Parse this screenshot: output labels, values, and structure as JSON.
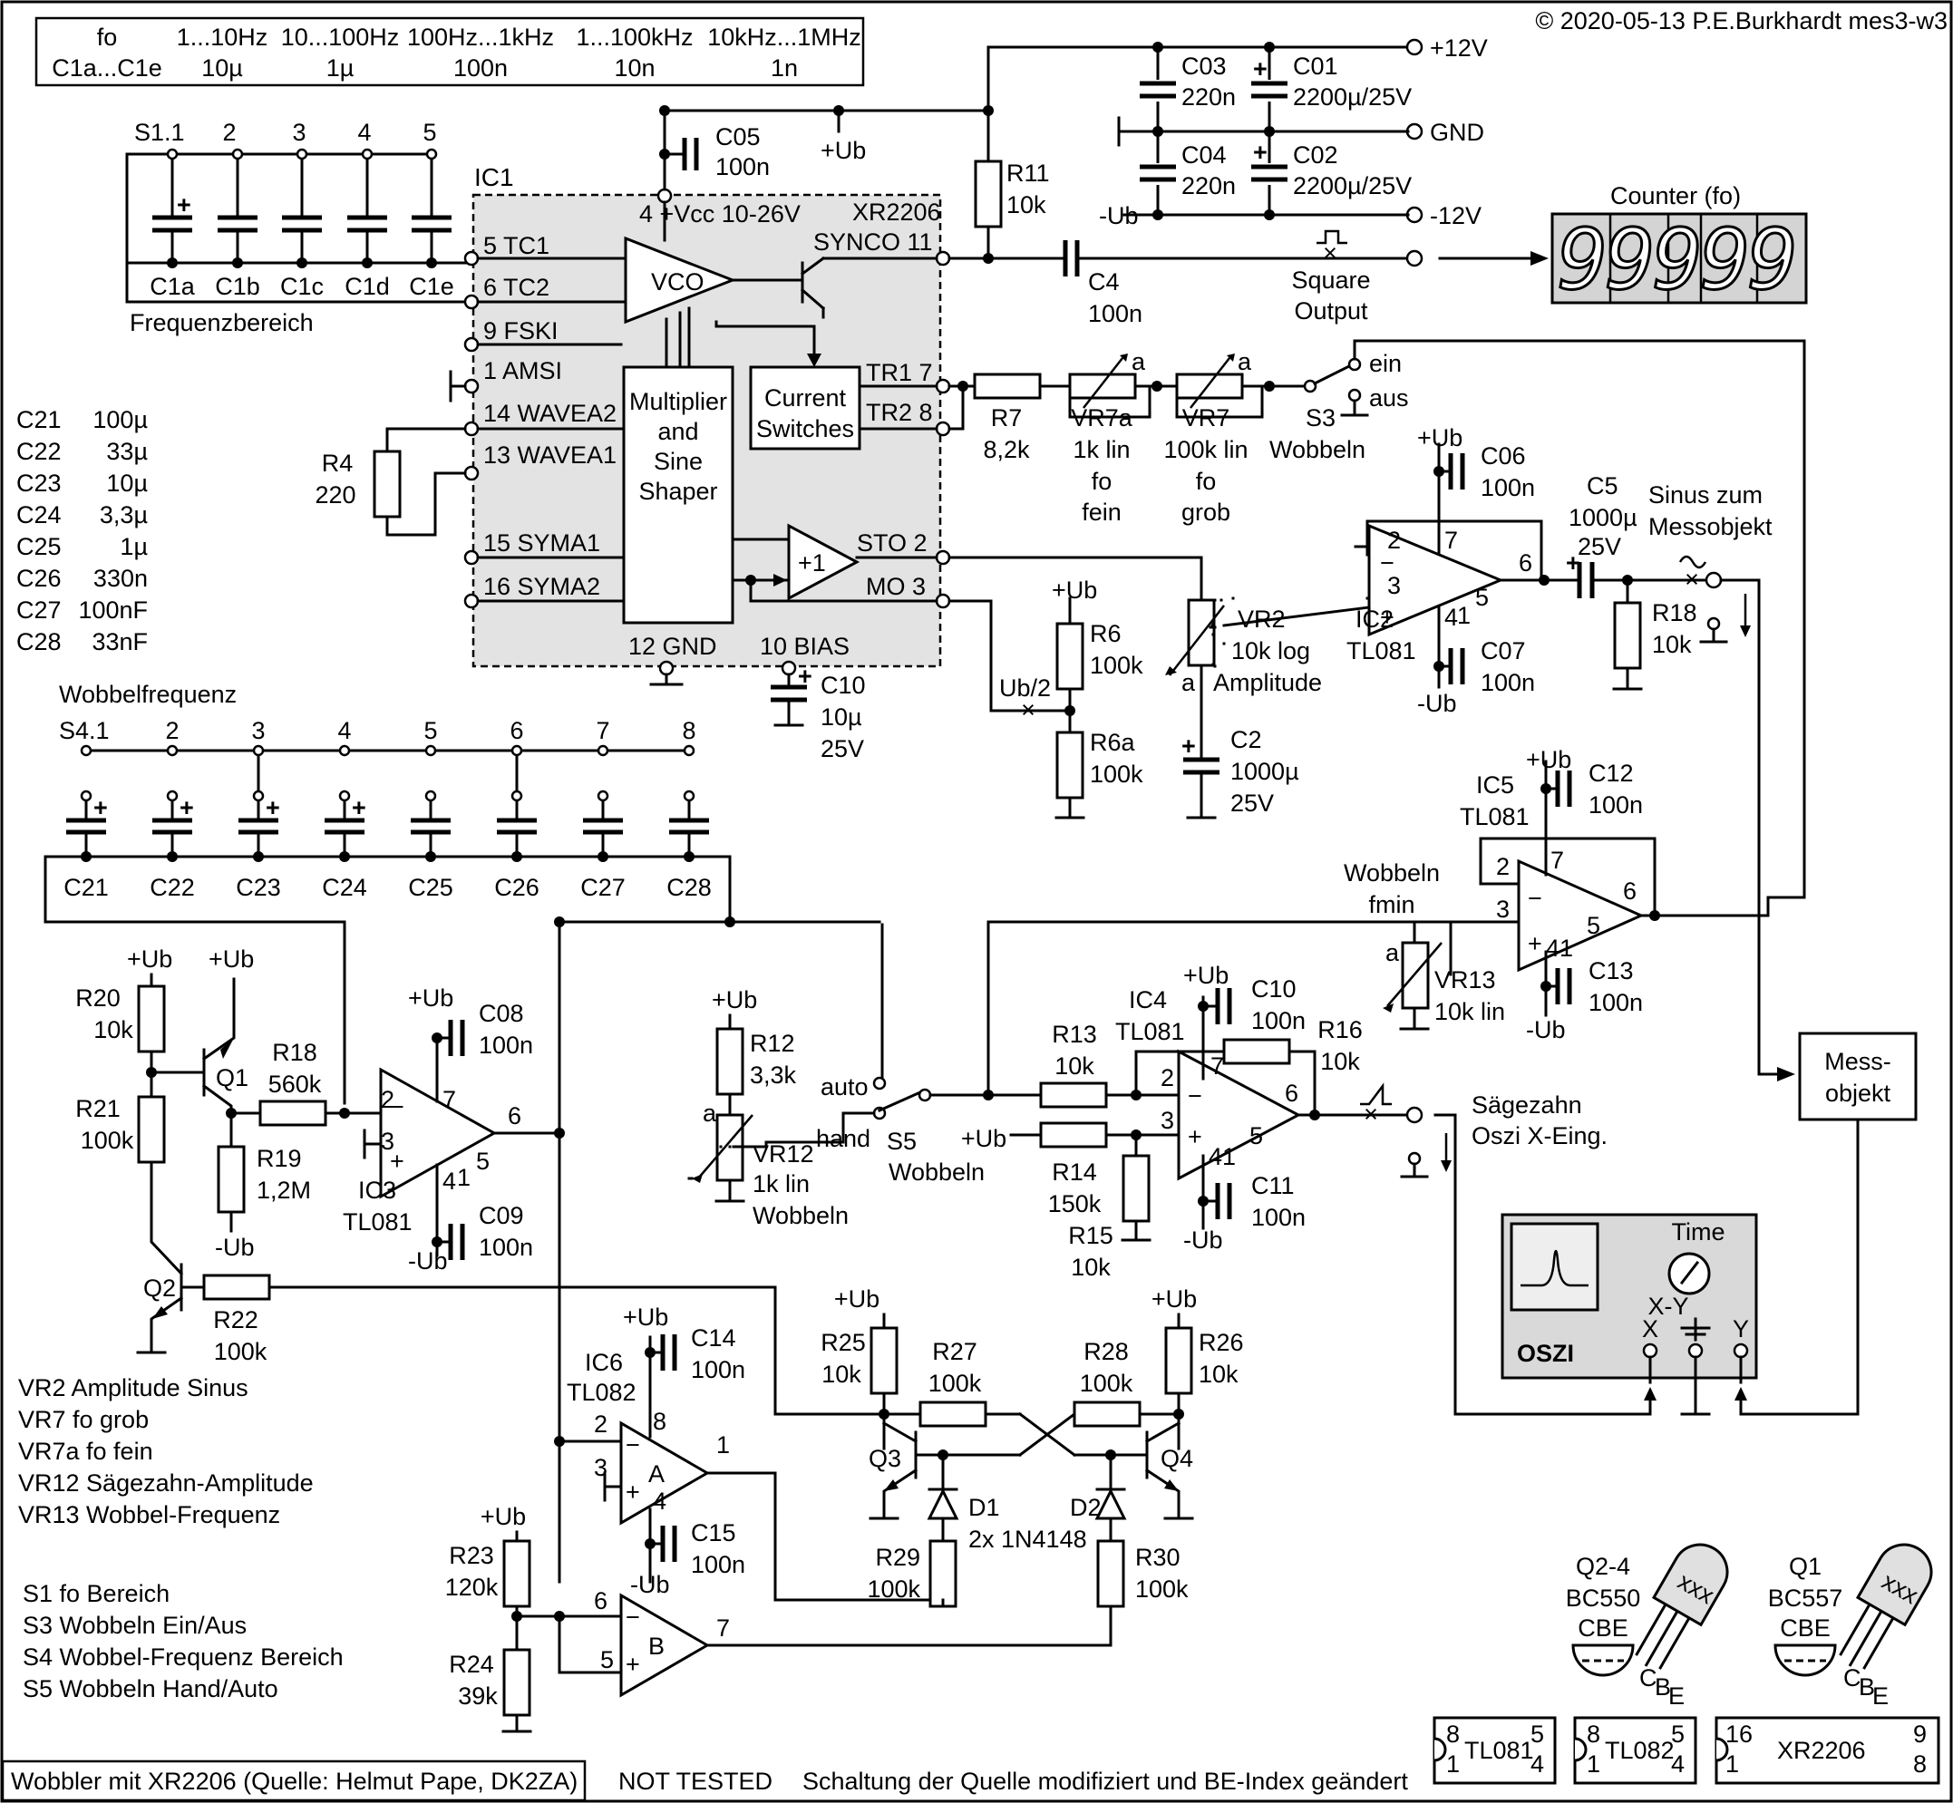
{
  "copyright": "© 2020-05-13 P.E.Burkhardt mes3-w3",
  "footer": {
    "title": "Wobbler mit XR2206 (Quelle: Helmut Pape, DK2ZA)",
    "status": "NOT TESTED",
    "note": "Schaltung der Quelle modifiziert und BE-Index geändert"
  },
  "freq_table": {
    "row1_label": "fo",
    "row2_label": "C1a...C1e",
    "ranges": [
      "1...10Hz",
      "10...100Hz",
      "100Hz...1kHz",
      "1...100kHz",
      "10kHz...1MHz"
    ],
    "caps": [
      "10µ",
      "1µ",
      "100n",
      "10n",
      "1n"
    ]
  },
  "cap_list": [
    {
      "name": "C21",
      "value": "100µ"
    },
    {
      "name": "C22",
      "value": "33µ"
    },
    {
      "name": "C23",
      "value": "10µ"
    },
    {
      "name": "C24",
      "value": "3,3µ"
    },
    {
      "name": "C25",
      "value": "1µ"
    },
    {
      "name": "C26",
      "value": "330n"
    },
    {
      "name": "C27",
      "value": "100nF"
    },
    {
      "name": "C28",
      "value": "33nF"
    }
  ],
  "legend_vr": [
    "VR2  Amplitude Sinus",
    "VR7  fo grob",
    "VR7a  fo fein",
    "VR12  Sägezahn-Amplitude",
    "VR13  Wobbel-Frequenz"
  ],
  "legend_s": [
    "S1  fo Bereich",
    "S3  Wobbeln Ein/Aus",
    "S4  Wobbel-Frequenz Bereich",
    "S5  Wobbeln Hand/Auto"
  ],
  "ic1": {
    "name": "IC1",
    "type": "XR2206",
    "vcc": "4 +Vcc 10-26V",
    "pins_left": [
      "5 TC1",
      "6 TC2",
      "9 FSKI",
      "1 AMSI",
      "14 WAVEA2",
      "13 WAVEA1",
      "15 SYMA1",
      "16 SYMA2"
    ],
    "pins_right": [
      "SYNCO 11",
      "TR1 7",
      "TR2 8",
      "STO 2",
      "MO 3"
    ],
    "pins_bottom": [
      "12  GND",
      "10  BIAS"
    ],
    "blocks": [
      "VCO",
      "Multiplier",
      "and",
      "Sine",
      "Shaper",
      "Current",
      "Switches",
      "+1"
    ]
  },
  "power": {
    "labels": [
      "+12V",
      "GND",
      "-12V",
      "+Ub",
      "-Ub",
      "+Ub"
    ],
    "caps": [
      {
        "name": "C03",
        "value": "220n"
      },
      {
        "name": "C01",
        "value": "2200µ/25V"
      },
      {
        "name": "C04",
        "value": "220n"
      },
      {
        "name": "C02",
        "value": "2200µ/25V"
      }
    ]
  },
  "counter": {
    "label": "Counter (fo)",
    "display": "99999"
  },
  "s1": {
    "labels": [
      "S1.1",
      "2",
      "3",
      "4",
      "5"
    ],
    "caps": [
      "C1a",
      "C1b",
      "C1c",
      "C1d",
      "C1e"
    ],
    "title": "Frequenzbereich"
  },
  "s4": {
    "title": "Wobbelfrequenz",
    "labels": [
      "S4.1",
      "2",
      "3",
      "4",
      "5",
      "6",
      "7",
      "8"
    ],
    "caps": [
      "C21",
      "C22",
      "C23",
      "C24",
      "C25",
      "C26",
      "C27",
      "C28"
    ]
  },
  "labels": {
    "c05": [
      "C05",
      "100n"
    ],
    "ub_plus": "+Ub",
    "r11": [
      "R11",
      "10k"
    ],
    "c4": [
      "C4",
      "100n"
    ],
    "square": [
      "Square",
      "Output"
    ],
    "r7": [
      "R7",
      "8,2k"
    ],
    "vr7a": [
      "VR7a",
      "1k lin",
      "fo",
      "fein"
    ],
    "vr7": [
      "VR7",
      "100k lin",
      "fo",
      "grob"
    ],
    "a": "a",
    "s3": [
      "ein",
      "aus",
      "S3",
      "Wobbeln"
    ],
    "r4": [
      "R4",
      "220"
    ],
    "c06": [
      "C06",
      "100n"
    ],
    "c07": [
      "C07",
      "100n"
    ],
    "ic2": [
      "IC2",
      "TL081"
    ],
    "c5": [
      "C5",
      "1000µ",
      "25V"
    ],
    "sinus": [
      "Sinus zum",
      "Messobjekt"
    ],
    "r18b": [
      "R18",
      "10k"
    ],
    "r6": [
      "R6",
      "100k"
    ],
    "r6a": [
      "R6a",
      "100k"
    ],
    "ub2": "Ub/2",
    "vr2": [
      "VR2",
      "10k log",
      "Amplitude"
    ],
    "c2": [
      "C2",
      "1000µ",
      "25V"
    ],
    "c10a": [
      "C10",
      "10µ",
      "25V"
    ],
    "ic5": [
      "IC5",
      "TL081"
    ],
    "c12": [
      "C12",
      "100n"
    ],
    "c13": [
      "C13",
      "100n"
    ],
    "wobbeln_fmin": [
      "Wobbeln",
      "fmin"
    ],
    "vr13": [
      "VR13",
      "10k lin"
    ],
    "r20": [
      "R20",
      "10k"
    ],
    "r21": [
      "R21",
      "100k"
    ],
    "q1": "Q1",
    "r18": [
      "R18",
      "560k"
    ],
    "r19": [
      "R19",
      "1,2M"
    ],
    "ic3": [
      "IC3",
      "TL081"
    ],
    "c08": [
      "C08",
      "100n"
    ],
    "c09": [
      "C09",
      "100n"
    ],
    "q2": "Q2",
    "r22": [
      "R22",
      "100k"
    ],
    "r12": [
      "R12",
      "3,3k"
    ],
    "vr12": [
      "VR12",
      "1k lin",
      "Wobbeln"
    ],
    "s5": [
      "auto",
      "hand",
      "S5",
      "Wobbeln"
    ],
    "r13": [
      "R13",
      "10k"
    ],
    "r14": [
      "R14",
      "150k"
    ],
    "r15": [
      "R15",
      "10k"
    ],
    "r16": [
      "R16",
      "10k"
    ],
    "ic4": [
      "IC4",
      "TL081"
    ],
    "c10b": [
      "C10",
      "100n"
    ],
    "c11": [
      "C11",
      "100n"
    ],
    "saege": [
      "Sägezahn",
      "Oszi X-Eing."
    ],
    "messobjekt": [
      "Mess-",
      "objekt"
    ],
    "oszi": [
      "OSZI",
      "Time",
      "X-Y",
      "X",
      "Y"
    ],
    "ic6": [
      "IC6",
      "TL082"
    ],
    "c14": [
      "C14",
      "100n"
    ],
    "c15": [
      "C15",
      "100n"
    ],
    "r23": [
      "R23",
      "120k"
    ],
    "r24": [
      "R24",
      "39k"
    ],
    "r25": [
      "R25",
      "10k"
    ],
    "r26": [
      "R26",
      "10k"
    ],
    "r27": [
      "R27",
      "100k"
    ],
    "r28": [
      "R28",
      "100k"
    ],
    "q3": "Q3",
    "q4": "Q4",
    "d1": [
      "D1",
      "2x 1N4148"
    ],
    "d2": "D2",
    "r29": [
      "R29",
      "100k"
    ],
    "r30": [
      "R30",
      "100k"
    ],
    "minus_ub": "-Ub"
  },
  "packages": {
    "q24": [
      "Q2-4",
      "BC550",
      "CBE"
    ],
    "q1": [
      "Q1",
      "BC557",
      "CBE"
    ],
    "tl081": [
      "8",
      "1",
      "TL081",
      "5",
      "4"
    ],
    "tl082": [
      "8",
      "1",
      "TL082",
      "5",
      "4"
    ],
    "xr2206": [
      "16",
      "1",
      "XR2206",
      "9",
      "8"
    ]
  }
}
